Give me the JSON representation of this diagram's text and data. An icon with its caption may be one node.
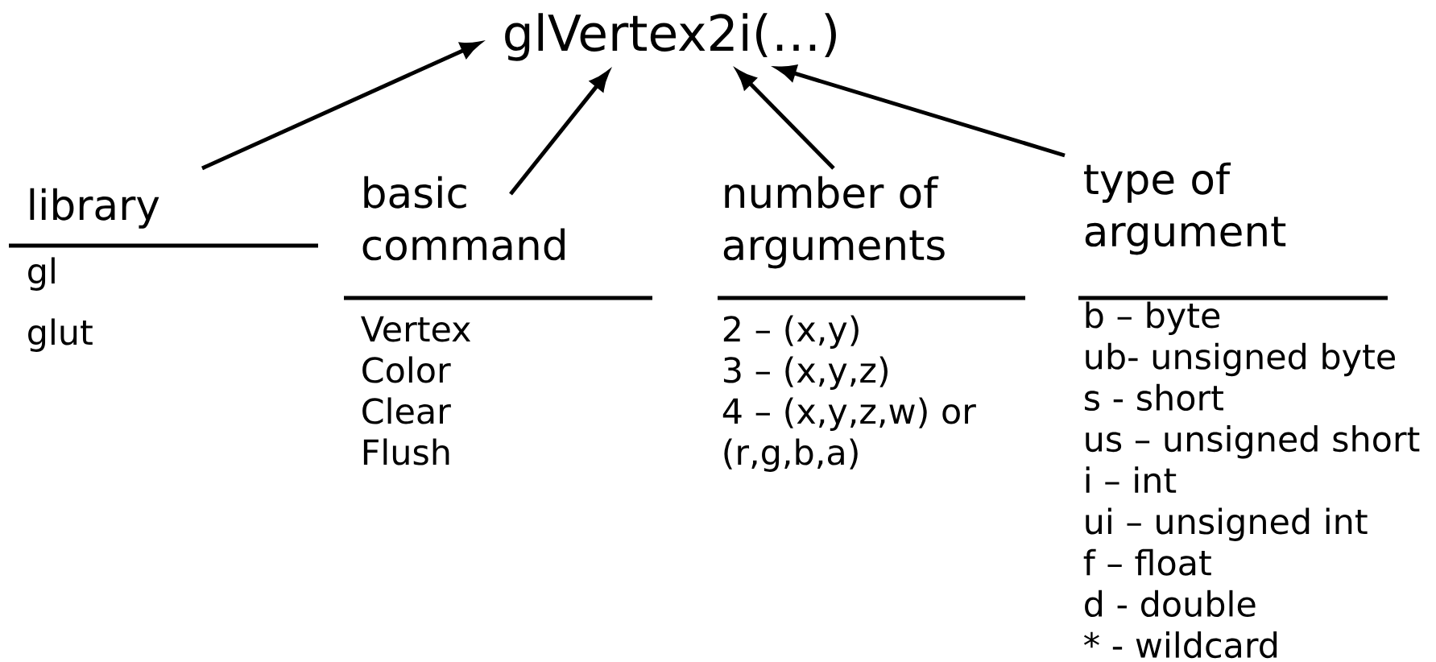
{
  "diagram": {
    "nodes": [
      {
        "text": [
          "glVertex2i(…)"
        ]
      },
      {
        "text": [
          "library"
        ]
      },
      {
        "text": [
          "basic command"
        ]
      },
      {
        "text": [
          "number of arguments"
        ]
      },
      {
        "text": [
          "type of argument"
        ]
      }
    ],
    "edges": [
      {
        "from": 1,
        "to": 0,
        "arrow": "to"
      },
      {
        "from": 2,
        "to": 0,
        "arrow": "to"
      },
      {
        "from": 3,
        "to": 0,
        "arrow": "to"
      },
      {
        "from": 4,
        "to": 0,
        "arrow": "to"
      }
    ],
    "labels": [
      "gl",
      "glut",
      "Vertex",
      "Color",
      "Clear",
      "Flush",
      "2 – (x,y)",
      "3 – (x,y,z)",
      "4 – (x,y,z,w) or",
      "(r,g,b,a)",
      "b – byte",
      "ub- unsigned byte",
      "s - short",
      "us – unsigned short",
      "i – int",
      "ui – unsigned int",
      "f – float",
      "d - double",
      "* - wildcard"
    ]
  }
}
